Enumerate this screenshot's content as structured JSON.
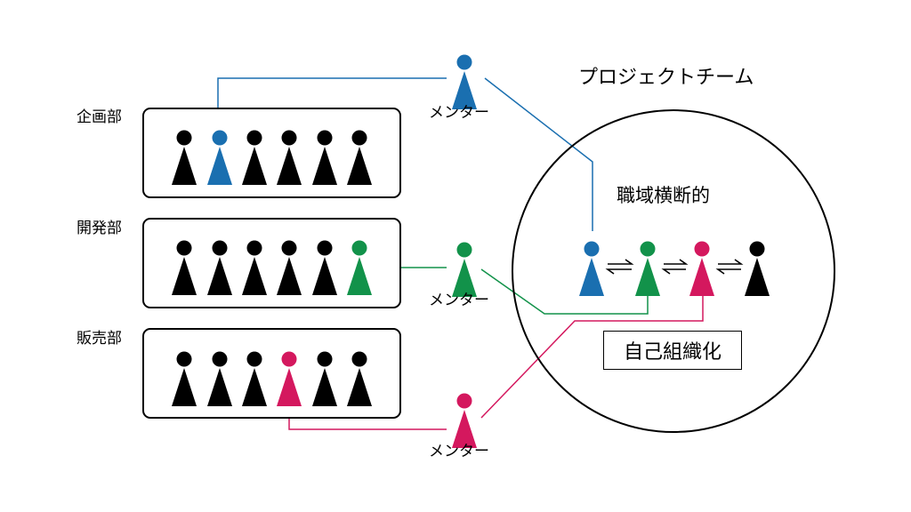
{
  "departments": [
    {
      "label": "企画部",
      "figures": [
        "#000000",
        "#1a6fb0",
        "#000000",
        "#000000",
        "#000000",
        "#000000"
      ]
    },
    {
      "label": "開発部",
      "figures": [
        "#000000",
        "#000000",
        "#000000",
        "#000000",
        "#000000",
        "#12924a"
      ]
    },
    {
      "label": "販売部",
      "figures": [
        "#000000",
        "#000000",
        "#000000",
        "#d4185e",
        "#000000",
        "#000000"
      ]
    }
  ],
  "mentors": [
    {
      "label": "メンター",
      "color": "#1a6fb0"
    },
    {
      "label": "メンター",
      "color": "#12924a"
    },
    {
      "label": "メンター",
      "color": "#d4185e"
    }
  ],
  "project_team": {
    "title": "プロジェクトチーム",
    "cross_functional_label": "職域横断的",
    "self_organization_label": "自己組織化",
    "members": [
      "#1a6fb0",
      "#12924a",
      "#d4185e",
      "#000000"
    ],
    "exchange_symbol": "⇌"
  },
  "colors": {
    "blue": "#1a6fb0",
    "green": "#12924a",
    "red": "#d4185e",
    "black": "#000000"
  }
}
